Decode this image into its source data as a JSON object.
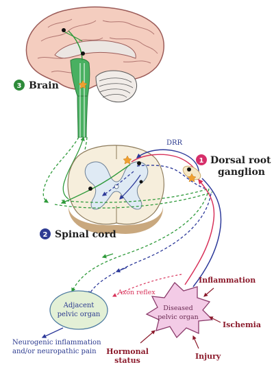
{
  "labels": {
    "brain": "Brain",
    "spinal_cord": "Spinal cord",
    "dorsal_root_ganglion_line1": "Dorsal root",
    "dorsal_root_ganglion_line2": "ganglion",
    "drr": "DRR",
    "axon_reflex": "Axon reflex",
    "adjacent_line1": "Adjacent",
    "adjacent_line2": "pelvic organ",
    "diseased_line1": "Diseased",
    "diseased_line2": "pelvic organ",
    "inflammation": "Inflammation",
    "ischemia": "Ischemia",
    "injury": "Injury",
    "hormonal_line1": "Hormonal",
    "hormonal_line2": "status",
    "neurogenic_line1": "Neurogenic inflammation",
    "neurogenic_line2": "and/or neuropathic pain"
  },
  "badges": {
    "brain": "3",
    "spinal_cord": "2",
    "dorsal_root_ganglion": "1"
  },
  "colors": {
    "brain_badge": "#2e8b3a",
    "spinal_badge": "#2f3c93",
    "drg_badge": "#d62f6a",
    "pathway_green": "#2e9a3a",
    "pathway_blue": "#2d3a9a",
    "pathway_red": "#d8325a",
    "diseased_organ_fill": "#f3cbe6",
    "adjacent_organ_fill": "#e3f0d6",
    "grey_matter": "#dfeaf4",
    "white_matter": "#f6eedc"
  }
}
